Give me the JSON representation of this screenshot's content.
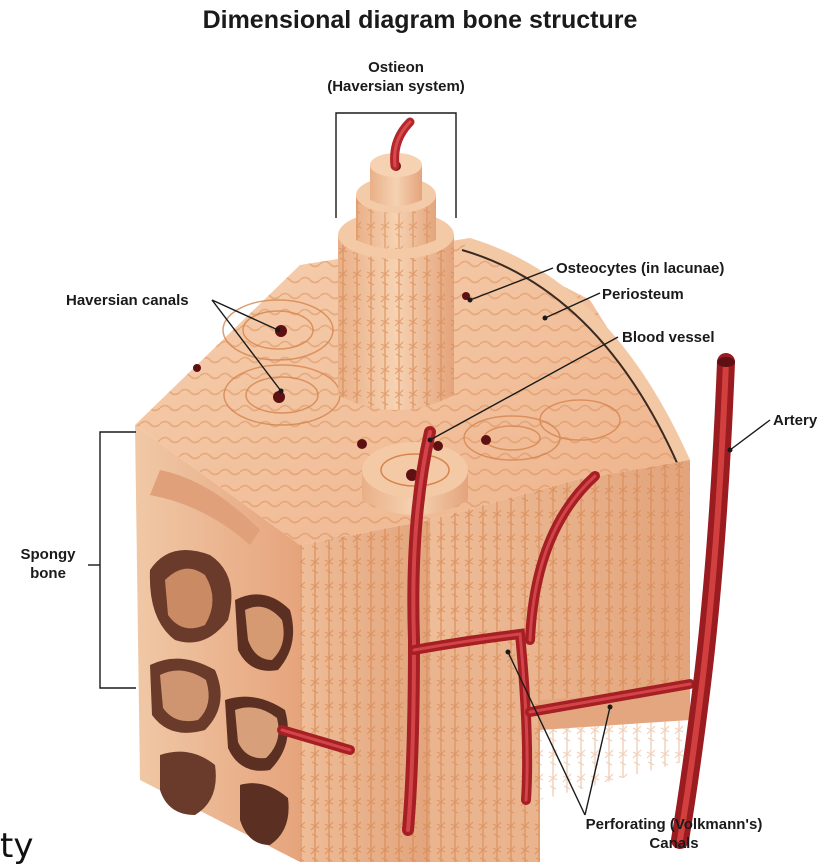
{
  "title": "Dimensional diagram bone structure",
  "labels": {
    "osteon_line1": "Ostieon",
    "osteon_line2": "(Haversian system)",
    "osteocytes": "Osteocytes (in lacunae)",
    "periosteum": "Periosteum",
    "haversian_canals": "Haversian canals",
    "blood_vessel": "Blood vessel",
    "artery": "Artery",
    "spongy_line1": "Spongy",
    "spongy_line2": "bone",
    "perforating_line1": "Perforating (Volkmann's)",
    "perforating_line2": "Canals"
  },
  "stray_text": "ty",
  "colors": {
    "bone_top": "#f2c09c",
    "bone_side_left": "#e8aa80",
    "bone_side_right": "#eab48e",
    "lamella": "#d98a56",
    "vessel": "#b3262b",
    "vessel_dark": "#7e1418",
    "spongy_dark": "#6a3a2a",
    "periosteum": "#3a2a22"
  }
}
